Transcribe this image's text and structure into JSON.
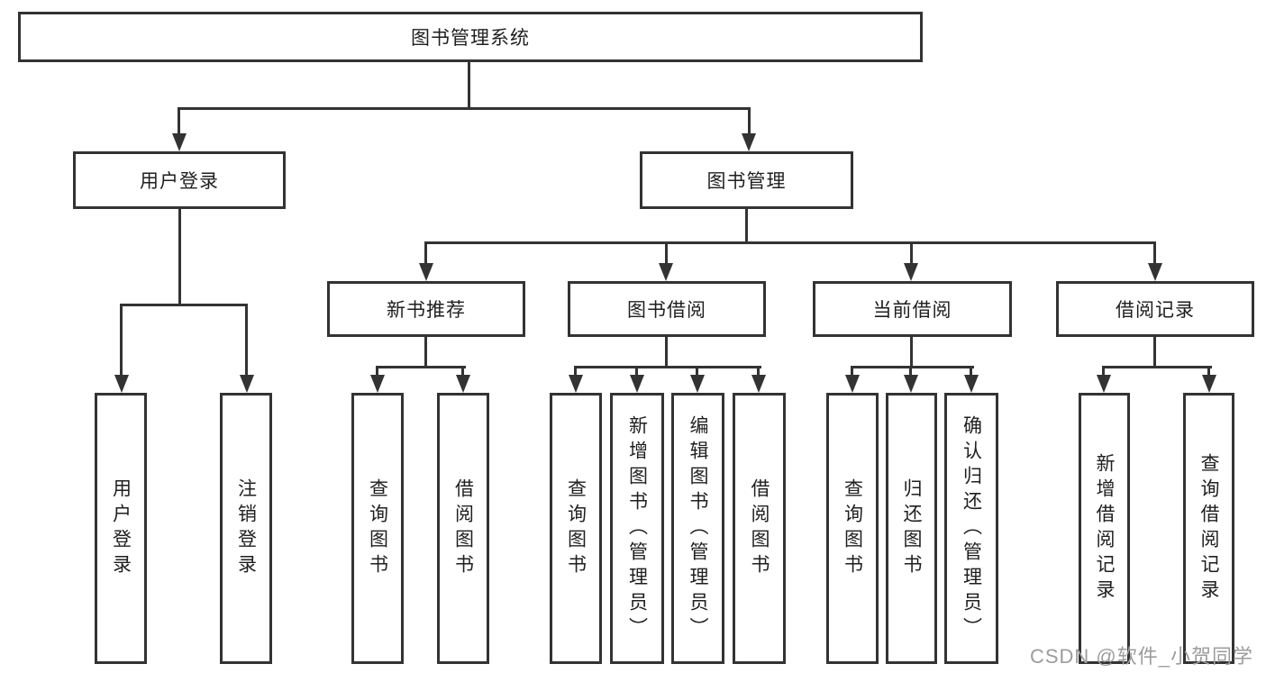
{
  "diagram": {
    "title_node": "图书管理系统",
    "level2": [
      "用户登录",
      "图书管理"
    ],
    "level3": [
      "新书推荐",
      "图书借阅",
      "当前借阅",
      "借阅记录"
    ],
    "leaves_login": [
      "用户登录",
      "注销登录"
    ],
    "leaves_recommend": [
      "查询图书",
      "借阅图书"
    ],
    "leaves_borrow": [
      "查询图书",
      "新增图书（管理员）",
      "编辑图书（管理员）",
      "借阅图书"
    ],
    "leaves_current": [
      "查询图书",
      "归还图书",
      "确认归还（管理员）"
    ],
    "leaves_records": [
      "新增借阅记录",
      "查询借阅记录"
    ]
  },
  "watermark": "CSDN @软件_小贺同学",
  "colors": {
    "line": "#333333",
    "text": "#1f1f1f",
    "watermark": "#9c9c9c",
    "background": "#ffffff"
  }
}
